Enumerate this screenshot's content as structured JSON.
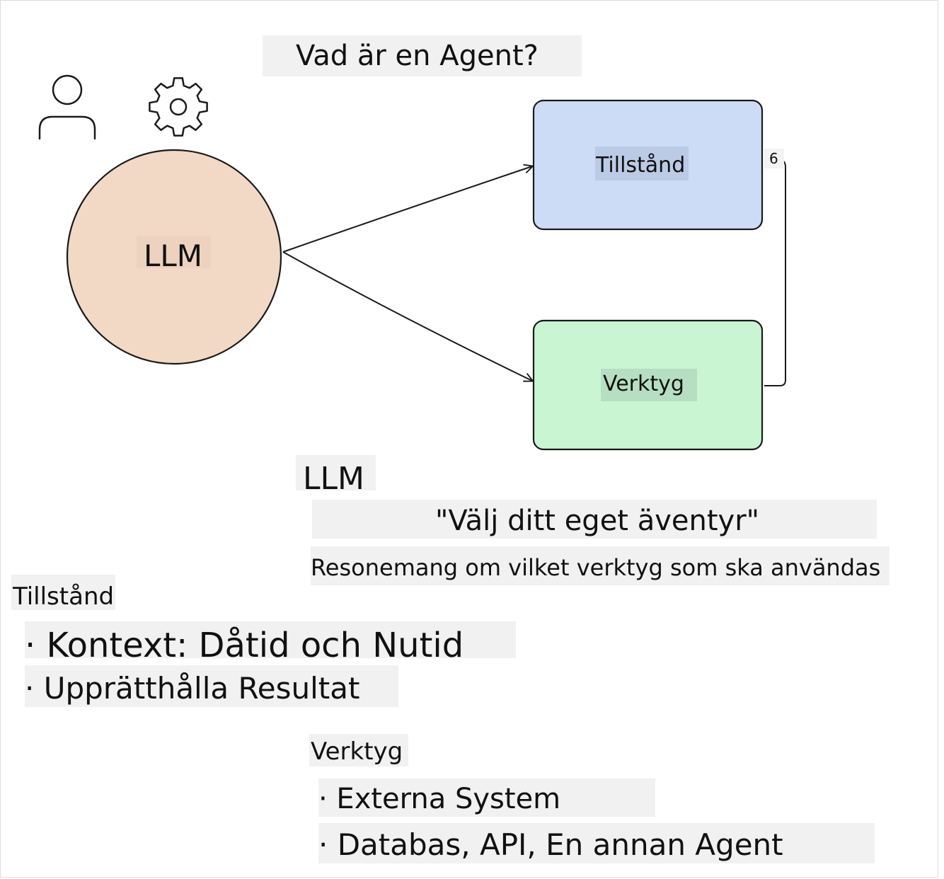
{
  "title": "Vad är en Agent?",
  "icons": [
    "user-icon",
    "gear-icon"
  ],
  "nodes": {
    "llm": {
      "label": "LLM",
      "color": "#f2d9c6"
    },
    "state": {
      "label": "Tillstånd",
      "color": "#ccdcf7"
    },
    "tools": {
      "label": "Verktyg",
      "color": "#c9f5d3"
    }
  },
  "connector_label": "6",
  "sections": {
    "llm": {
      "heading": "LLM",
      "quote": "\"Välj ditt eget äventyr\"",
      "description": "Resonemang om vilket verktyg som ska användas"
    },
    "state": {
      "heading": "Tillstånd",
      "bullets": [
        "· Kontext: Dåtid och Nutid",
        "· Upprätthålla Resultat"
      ]
    },
    "tools": {
      "heading": "Verktyg",
      "bullets": [
        "· Externa System",
        "· Databas, API, En annan Agent"
      ]
    }
  }
}
